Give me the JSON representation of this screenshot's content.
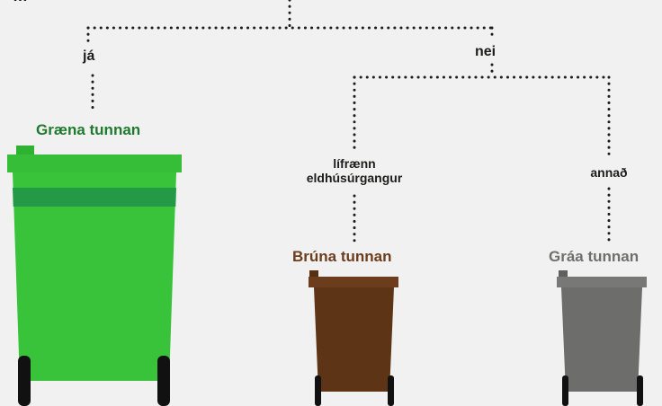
{
  "question": "…",
  "branches": {
    "yes": "já",
    "no": "nei"
  },
  "sub_branches": {
    "organic_line1": "lífrænn",
    "organic_line2": "eldhúsúrgangur",
    "other": "annað"
  },
  "bins": [
    {
      "key": "green",
      "label": "Græna tunnan",
      "color": "#38c33a",
      "text_color": "#1f7a2e"
    },
    {
      "key": "brown",
      "label": "Brúna tunnan",
      "color": "#5e3417",
      "text_color": "#6b3d1c"
    },
    {
      "key": "gray",
      "label": "Gráa tunnan",
      "color": "#6d6e6b",
      "text_color": "#6f6f6d"
    }
  ],
  "colors": {
    "background": "#f1f1f1",
    "text": "#1d1d1b",
    "dots": "#1d1d1b",
    "wheel": "#111111"
  }
}
